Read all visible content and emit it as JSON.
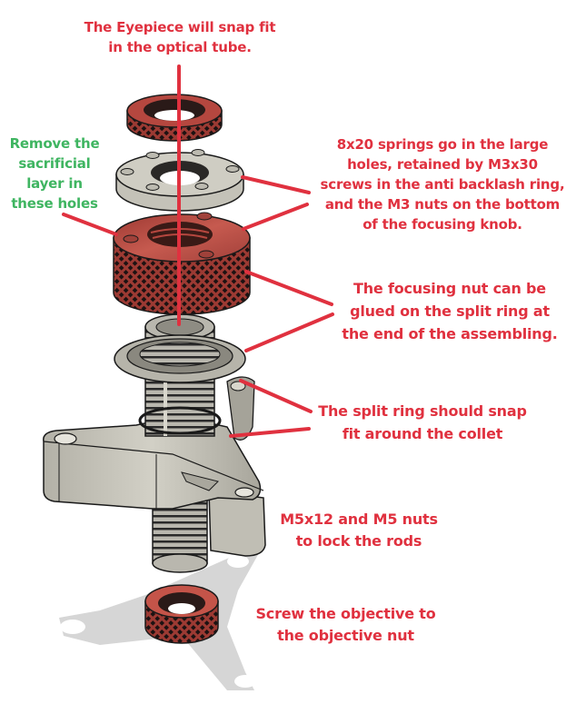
{
  "colors": {
    "annotation_red": "#e0313f",
    "annotation_green": "#3fb561",
    "part_red": "#b5473f",
    "part_gray": "#c9c7bd",
    "shadow_gray": "#d6d6d6",
    "outline": "#1a1a1a"
  },
  "annotations": {
    "eyepiece": {
      "lines": [
        "The Eyepiece will snap fit",
        "in the optical tube."
      ]
    },
    "sacrificial": {
      "lines": [
        "Remove the",
        "sacrificial",
        "layer in",
        "these holes"
      ]
    },
    "springs": {
      "lines": [
        "8x20 springs go in the large",
        "holes, retained by M3x30",
        "screws in the anti backlash ring,",
        "and the M3 nuts on the bottom",
        "of the focusing knob."
      ]
    },
    "focusing_nut": {
      "lines": [
        "The focusing nut can be",
        "glued on the split ring at",
        "the end of the assembling."
      ]
    },
    "split_ring": {
      "lines": [
        "The split ring should snap",
        "fit around the collet"
      ]
    },
    "rods": {
      "lines": [
        "M5x12 and M5 nuts",
        "to lock the rods"
      ]
    },
    "objective": {
      "lines": [
        "Screw the objective to",
        "the  objective nut"
      ]
    }
  },
  "parts": [
    {
      "id": "eyepiece-nut",
      "name": "Eyepiece nut"
    },
    {
      "id": "anti-backlash-ring",
      "name": "Anti backlash ring"
    },
    {
      "id": "focusing-knob",
      "name": "Focusing knob"
    },
    {
      "id": "collet",
      "name": "Collet"
    },
    {
      "id": "split-ring",
      "name": "Split ring"
    },
    {
      "id": "spider-base",
      "name": "Spider base"
    },
    {
      "id": "objective-nut",
      "name": "Objective nut"
    }
  ]
}
